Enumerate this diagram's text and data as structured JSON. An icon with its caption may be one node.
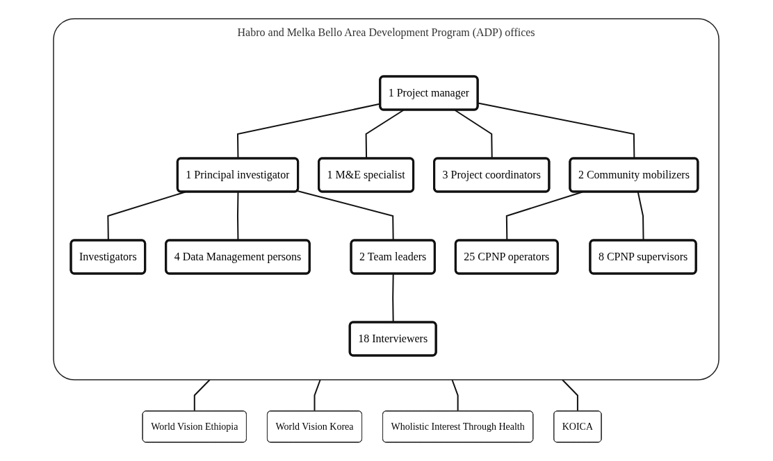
{
  "diagram": {
    "nodes": [
      {
        "text": [
          "Habro and Melka Bello Area Development Program (ADP) offices"
        ]
      },
      {
        "text": [
          "1 Project manager"
        ],
        "in": 0
      },
      {
        "text": [
          "1 Principal investigator"
        ],
        "in": 0
      },
      {
        "text": [
          "Investigators"
        ],
        "in": 0
      },
      {
        "text": [
          "1 M&E specialist"
        ],
        "in": 0
      },
      {
        "text": [
          "3 Project coordinators"
        ],
        "in": 0
      },
      {
        "text": [
          "2 Community mobilizers"
        ],
        "in": 0
      },
      {
        "text": [
          "4 Data Management persons"
        ],
        "in": 0
      },
      {
        "text": [
          "2 Team leaders"
        ],
        "in": 0
      },
      {
        "text": [
          "25 CPNP operators"
        ],
        "in": 0
      },
      {
        "text": [
          "8 CPNP supervisors"
        ],
        "in": 0
      },
      {
        "text": [
          "18 Interviewers"
        ],
        "in": 0
      },
      {
        "text": [
          "World Vision Ethiopia"
        ]
      },
      {
        "text": [
          "World Vision Korea"
        ]
      },
      {
        "text": [
          "Wholistic Interest Through Health"
        ]
      },
      {
        "text": [
          "KOICA"
        ]
      }
    ],
    "edges": [
      {
        "from": 1,
        "to": 2,
        "arrow": "none"
      },
      {
        "from": 2,
        "to": 3,
        "arrow": "none"
      },
      {
        "from": 1,
        "to": 4,
        "arrow": "none"
      },
      {
        "from": 1,
        "to": 5,
        "arrow": "none"
      },
      {
        "from": 1,
        "to": 6,
        "arrow": "none"
      },
      {
        "from": 2,
        "to": 7,
        "arrow": "none"
      },
      {
        "from": 2,
        "to": 8,
        "arrow": "none"
      },
      {
        "from": 6,
        "to": 9,
        "arrow": "none"
      },
      {
        "from": 6,
        "to": 10,
        "arrow": "none"
      },
      {
        "from": 8,
        "to": 11,
        "arrow": "none"
      },
      {
        "from": 0,
        "to": 12,
        "arrow": "none"
      },
      {
        "from": 0,
        "to": 13,
        "arrow": "none"
      },
      {
        "from": 0,
        "to": 14,
        "arrow": "none"
      },
      {
        "from": 0,
        "to": 15,
        "arrow": "none"
      }
    ]
  }
}
